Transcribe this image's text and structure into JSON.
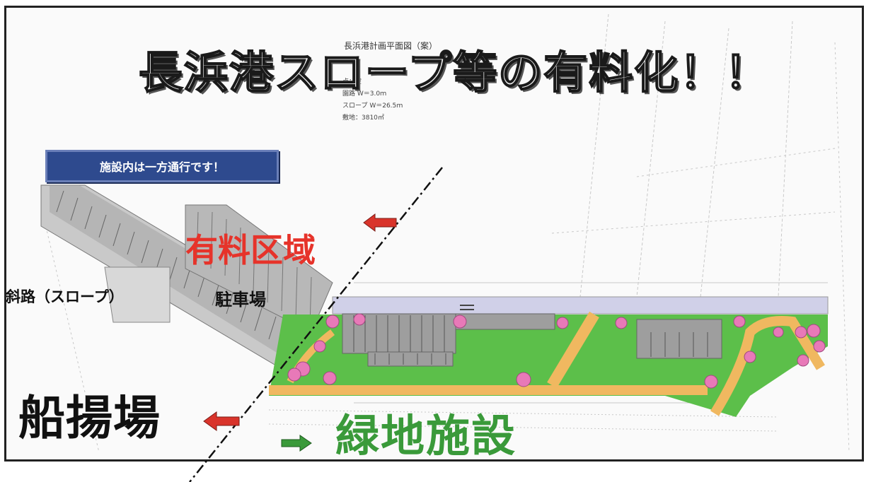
{
  "title": "長浜港スロープ等の有料化！！",
  "plan_title": "長浜港計画平面図（案）",
  "notes": [
    "点：空",
    "園路 W＝3.0ｍ",
    "スロープ W＝26.5ｍ",
    "敷地：3810㎡"
  ],
  "oneway_sign": "施設内は一方通行です！",
  "labels": {
    "paid_area": "有料区域",
    "slope": "斜路（スロープ）",
    "parking": "駐車場",
    "boat_yard": "船揚場",
    "green_facility": "緑地施設"
  },
  "colors": {
    "paid_text": "#e6332a",
    "green_text": "#3a9a3a",
    "arrow_red": "#d9342b",
    "arrow_green": "#3a9a3a",
    "lawn": "#5cbf4a",
    "path": "#f0b860",
    "tree": "#e879b8",
    "parking_gray": "#b8b8b8",
    "sign_blue": "#2e4a8e"
  }
}
